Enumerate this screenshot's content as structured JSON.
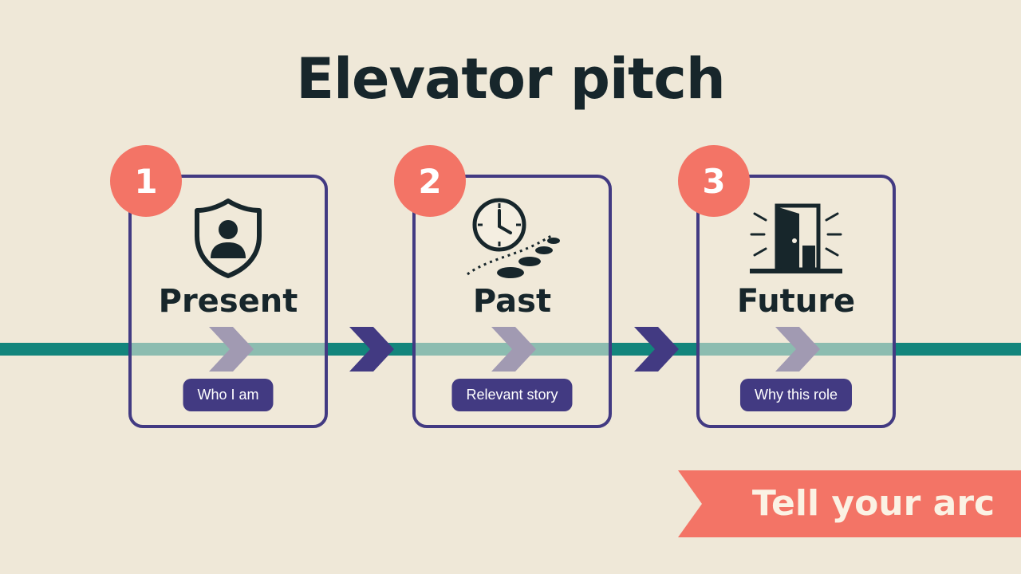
{
  "title": "Elevator pitch",
  "colors": {
    "background": "#efe8d8",
    "teal_line": "#13857c",
    "purple": "#423a82",
    "coral": "#f37466",
    "dark_text": "#17262b"
  },
  "steps": [
    {
      "number": "1",
      "title": "Present",
      "label": "Who I am",
      "icon": "shield-person-icon"
    },
    {
      "number": "2",
      "title": "Past",
      "label": "Relevant story",
      "icon": "clock-stepping-stones-icon"
    },
    {
      "number": "3",
      "title": "Future",
      "label": "Why this role",
      "icon": "open-door-icon"
    }
  ],
  "banner": {
    "text": "Tell your arc"
  }
}
